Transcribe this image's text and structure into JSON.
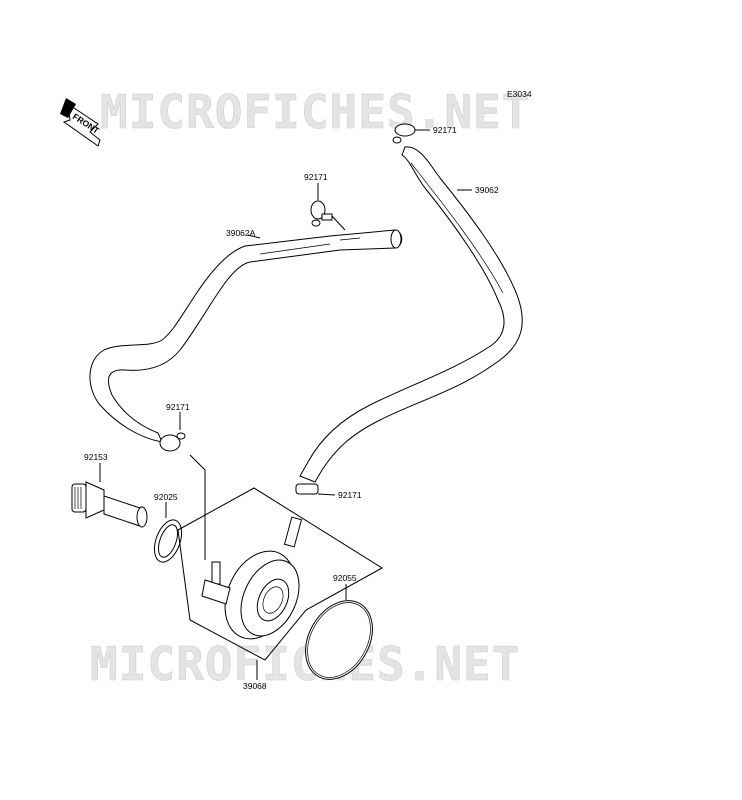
{
  "diagram": {
    "code": "E3034",
    "front_label": "FRONT",
    "watermark": "MICROFICHES.NET",
    "labels": {
      "clamp_top_right": "92171",
      "hose_right": "39062",
      "clamp_top_mid": "92171",
      "hose_left": "39062A",
      "clamp_left": "92171",
      "fitting": "92153",
      "washer": "92025",
      "clamp_lower": "92171",
      "o_ring": "92055",
      "oil_cooler": "39068"
    }
  }
}
